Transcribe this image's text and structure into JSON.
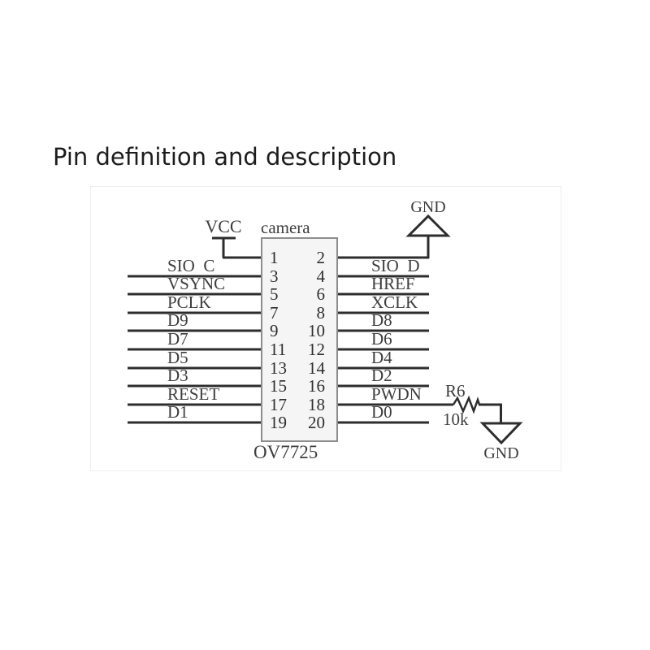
{
  "title": "Pin definition and description",
  "schematic": {
    "connector": {
      "name": "camera",
      "part": "OV7725"
    },
    "pins_left": [
      "1",
      "3",
      "5",
      "7",
      "9",
      "11",
      "13",
      "15",
      "17",
      "19"
    ],
    "pins_right": [
      "2",
      "4",
      "6",
      "8",
      "10",
      "12",
      "14",
      "16",
      "18",
      "20"
    ],
    "nets_left": [
      "SIO  C",
      "VSYNC",
      "PCLK",
      "D9",
      "D7",
      "D5",
      "D3",
      "RESET",
      "D1"
    ],
    "nets_right": [
      "SIO  D",
      "HREF",
      "XCLK",
      "D8",
      "D6",
      "D4",
      "D2",
      "PWDN",
      "D0"
    ],
    "power": {
      "vcc": "VCC",
      "gnd_top": "GND",
      "gnd_bottom": "GND"
    },
    "resistor": {
      "ref": "R6",
      "value": "10k"
    },
    "colors": {
      "wire": "#2d2d2d",
      "label": "#3d3d3d",
      "box_fill": "#f5f5f5",
      "box_border": "#8d8d8d"
    }
  }
}
